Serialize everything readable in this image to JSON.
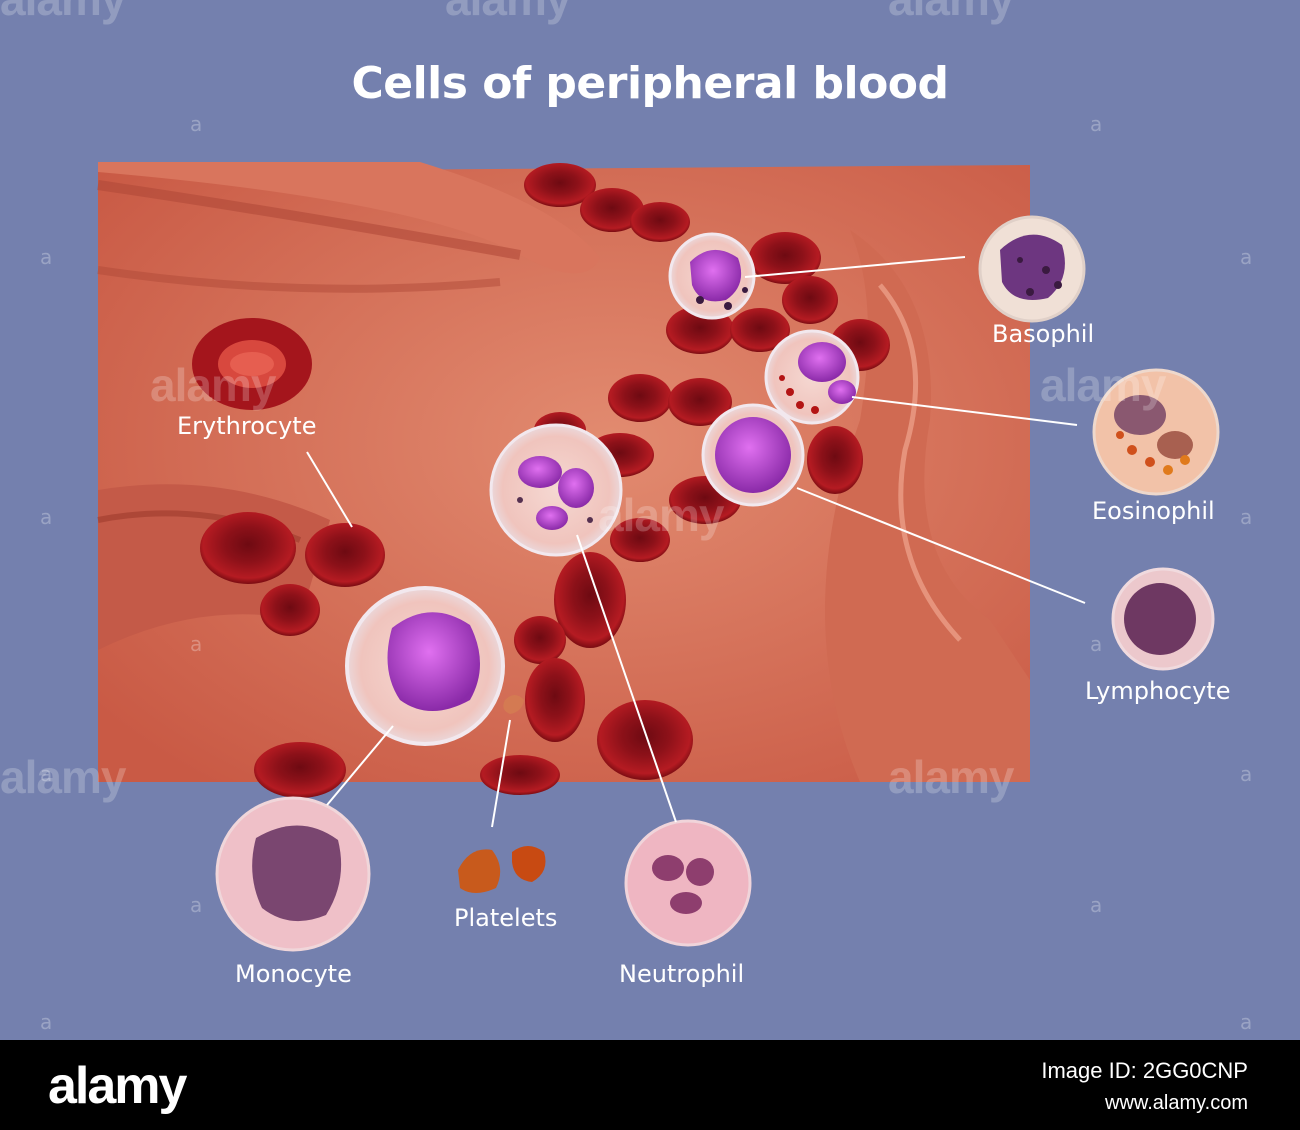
{
  "title": "Cells of peripheral blood",
  "labels": {
    "basophil": "Basophil",
    "erythrocyte": "Erythrocyte",
    "eosinophil": "Eosinophil",
    "lymphocyte": "Lymphocyte",
    "monocyte": "Monocyte",
    "platelets": "Platelets",
    "neutrophil": "Neutrophil"
  },
  "watermark": {
    "text": "alamy",
    "mark": "a"
  },
  "footer": {
    "brand": "alamy",
    "image_id": "Image ID: 2GG0CNP",
    "site": "www.alamy.com"
  },
  "colors": {
    "background": "#7480ae",
    "vessel": "#d86a55",
    "erythrocyte": "#a3141c",
    "nucleus": "#b43dd2",
    "footer": "#000000"
  }
}
